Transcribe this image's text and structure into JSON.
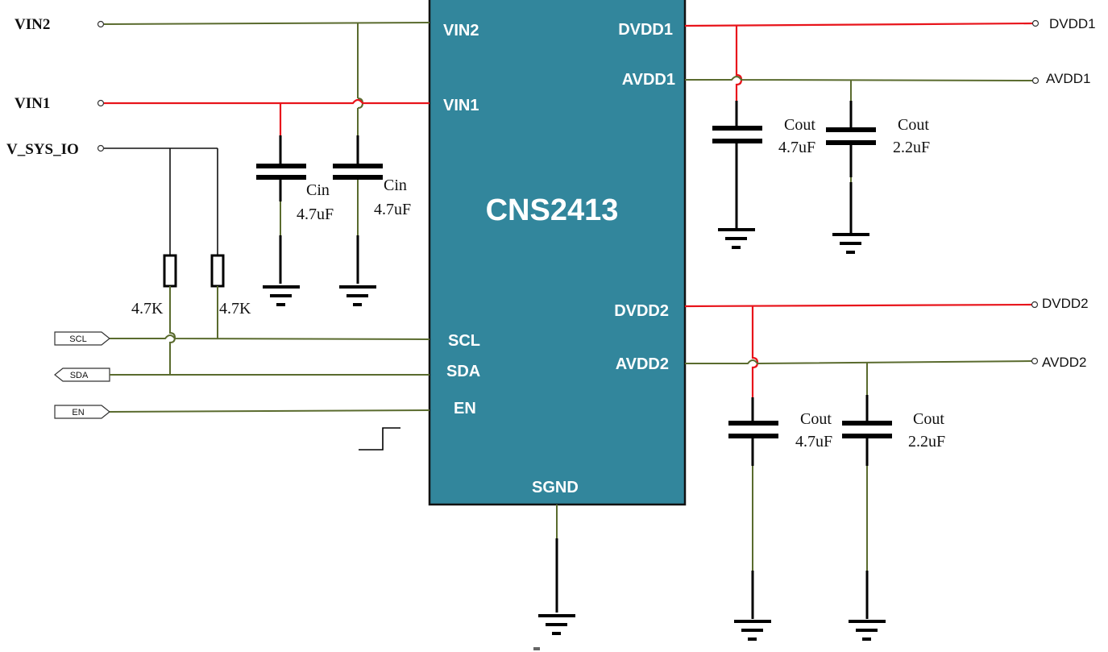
{
  "chip": {
    "name": "CNS2413",
    "pins": {
      "vin2": "VIN2",
      "vin1": "VIN1",
      "scl": "SCL",
      "sda": "SDA",
      "en": "EN",
      "sgnd": "SGND",
      "dvdd1": "DVDD1",
      "avdd1": "AVDD1",
      "dvdd2": "DVDD2",
      "avdd2": "AVDD2"
    },
    "fill_color": "#32869c"
  },
  "left_nets": {
    "vin2": "VIN2",
    "vin1": "VIN1",
    "v_sys_io": "V_SYS_IO"
  },
  "ports": {
    "scl": "SCL",
    "sda": "SDA",
    "en": "EN"
  },
  "right_nets": {
    "dvdd1": "DVDD1",
    "avdd1": "AVDD1",
    "dvdd2": "DVDD2",
    "avdd2": "AVDD2"
  },
  "components": {
    "cin1": {
      "name": "Cin",
      "value": "4.7uF"
    },
    "cin2": {
      "name": "Cin",
      "value": "4.7uF"
    },
    "r1": {
      "value": "4.7K"
    },
    "r2": {
      "value": "4.7K"
    },
    "cout1": {
      "name": "Cout",
      "value": "4.7uF"
    },
    "cout2": {
      "name": "Cout",
      "value": "2.2uF"
    },
    "cout3": {
      "name": "Cout",
      "value": "4.7uF"
    },
    "cout4": {
      "name": "Cout",
      "value": "2.2uF"
    }
  },
  "colors": {
    "power_wire": "#e8141b",
    "signal_wire": "#5a6b2e",
    "pullup_wire": "#111111"
  }
}
